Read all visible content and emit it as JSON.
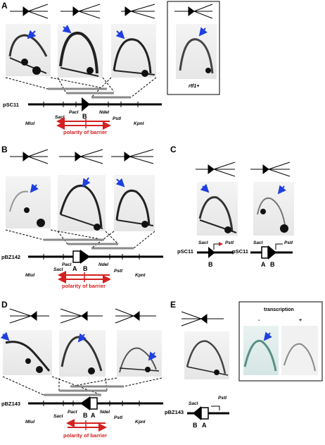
{
  "figure": {
    "panels": {
      "A": {
        "letter": "A",
        "plasmid": "pSC11",
        "element_b": "B",
        "box_label": "rtf1+",
        "polarity": "polarity of barrier",
        "sites": {
          "mlui": "MluI",
          "saci": "SacI",
          "paci": "PacI",
          "ndei": "NdeI",
          "psti": "PstI",
          "kpni": "KpnI"
        }
      },
      "B": {
        "letter": "B",
        "plasmid": "pBZ142",
        "element_a": "A",
        "element_b": "B",
        "polarity": "polarity of barrier",
        "sites": {
          "mlui": "MluI",
          "saci": "SacI",
          "paci": "PacI",
          "ndei": "NdeI",
          "psti": "PstI",
          "kpni": "KpnI"
        }
      },
      "C": {
        "letter": "C",
        "left_plasmid": "pSC11",
        "right_plasmid": "pSC11",
        "left_b": "B",
        "right_a": "A",
        "right_b": "B",
        "sites": {
          "saci_left": "SacI",
          "psti_left": "PstI",
          "saci_right": "SacI",
          "psti_right": "PstI"
        }
      },
      "D": {
        "letter": "D",
        "plasmid": "pBZ143",
        "element_a": "A",
        "element_b": "B",
        "polarity": "polarity of barrier",
        "sites": {
          "mlui": "MluI",
          "saci": "SacI",
          "paci": "PacI",
          "ndei": "NdeI",
          "psti": "PstI",
          "kpni": "KpnI"
        }
      },
      "E": {
        "letter": "E",
        "plasmid": "pBZ143",
        "element_a": "A",
        "element_b": "B",
        "transcription_title": "transcription",
        "minus": "-",
        "plus": "+",
        "sites": {
          "saci": "SacI",
          "psti": "PstI"
        }
      }
    },
    "colors": {
      "arrow_blue": "#1f3fe0",
      "polarity_red": "#d42020",
      "fragment_gray": "#8a8a8a"
    },
    "icons": [
      "fork-arrest-diagram-icon",
      "blue-arrow-icon"
    ]
  }
}
